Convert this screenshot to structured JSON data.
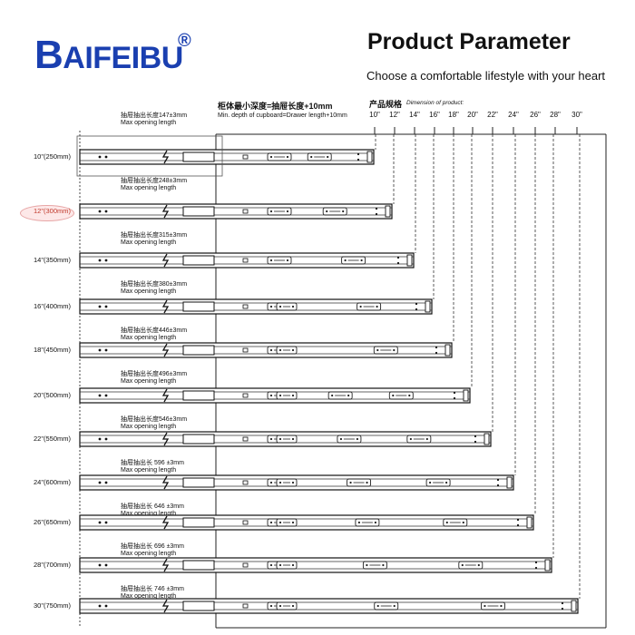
{
  "header": {
    "logo_first": "B",
    "logo_rest": "AIFEIBU",
    "logo_reg": "®",
    "title": "Product Parameter",
    "subtitle": "Choose a comfortable lifestyle with your heart"
  },
  "labels": {
    "depth_cn": "柜体最小深度=抽屉长度+10mm",
    "depth_en": "Min. depth of cupboard=Drawer length+10mm",
    "spec_cn": "产品规格",
    "spec_en": "Dimension of product:"
  },
  "sizes": [
    "10\"",
    "12\"",
    "14\"",
    "16\"",
    "18\"",
    "20\"",
    "22\"",
    "24\"",
    "26\"",
    "28\"",
    "30\""
  ],
  "rows": [
    {
      "label": "10\"(250mm)",
      "open_cn": "抽屉抽出长度147±3mm",
      "open_en": "Max opening length",
      "highlight": false
    },
    {
      "label": "12\"(300mm)",
      "open_cn": "抽屉抽出长度248±3mm",
      "open_en": "Max opening length",
      "highlight": true
    },
    {
      "label": "14\"(350mm)",
      "open_cn": "抽屉抽出长度315±3mm",
      "open_en": "Max opening length",
      "highlight": false
    },
    {
      "label": "16\"(400mm)",
      "open_cn": "抽屉抽出长度380±3mm",
      "open_en": "Max opening length",
      "highlight": false
    },
    {
      "label": "18\"(450mm)",
      "open_cn": "抽屉抽出长度446±3mm",
      "open_en": "Max opening length",
      "highlight": false
    },
    {
      "label": "20\"(500mm)",
      "open_cn": "抽屉抽出长度496±3mm",
      "open_en": "Max opening length",
      "highlight": false
    },
    {
      "label": "22\"(550mm)",
      "open_cn": "抽屉抽出长度546±3mm",
      "open_en": "Max opening length",
      "highlight": false
    },
    {
      "label": "24\"(600mm)",
      "open_cn": "抽屉抽出长 596 ±3mm",
      "open_en": "Max opening length",
      "highlight": false
    },
    {
      "label": "26\"(650mm)",
      "open_cn": "抽屉抽出长 646 ±3mm",
      "open_en": "Max opening length",
      "highlight": false
    },
    {
      "label": "28\"(700mm)",
      "open_cn": "抽屉抽出长 696 ±3mm",
      "open_en": "Max opening length",
      "highlight": false
    },
    {
      "label": "30\"(750mm)",
      "open_cn": "抽屉抽出长 746 ±3mm",
      "open_en": "Max opening length",
      "highlight": false
    }
  ],
  "colors": {
    "brand": "#1a3fb0",
    "highlight": "#c0392b"
  }
}
